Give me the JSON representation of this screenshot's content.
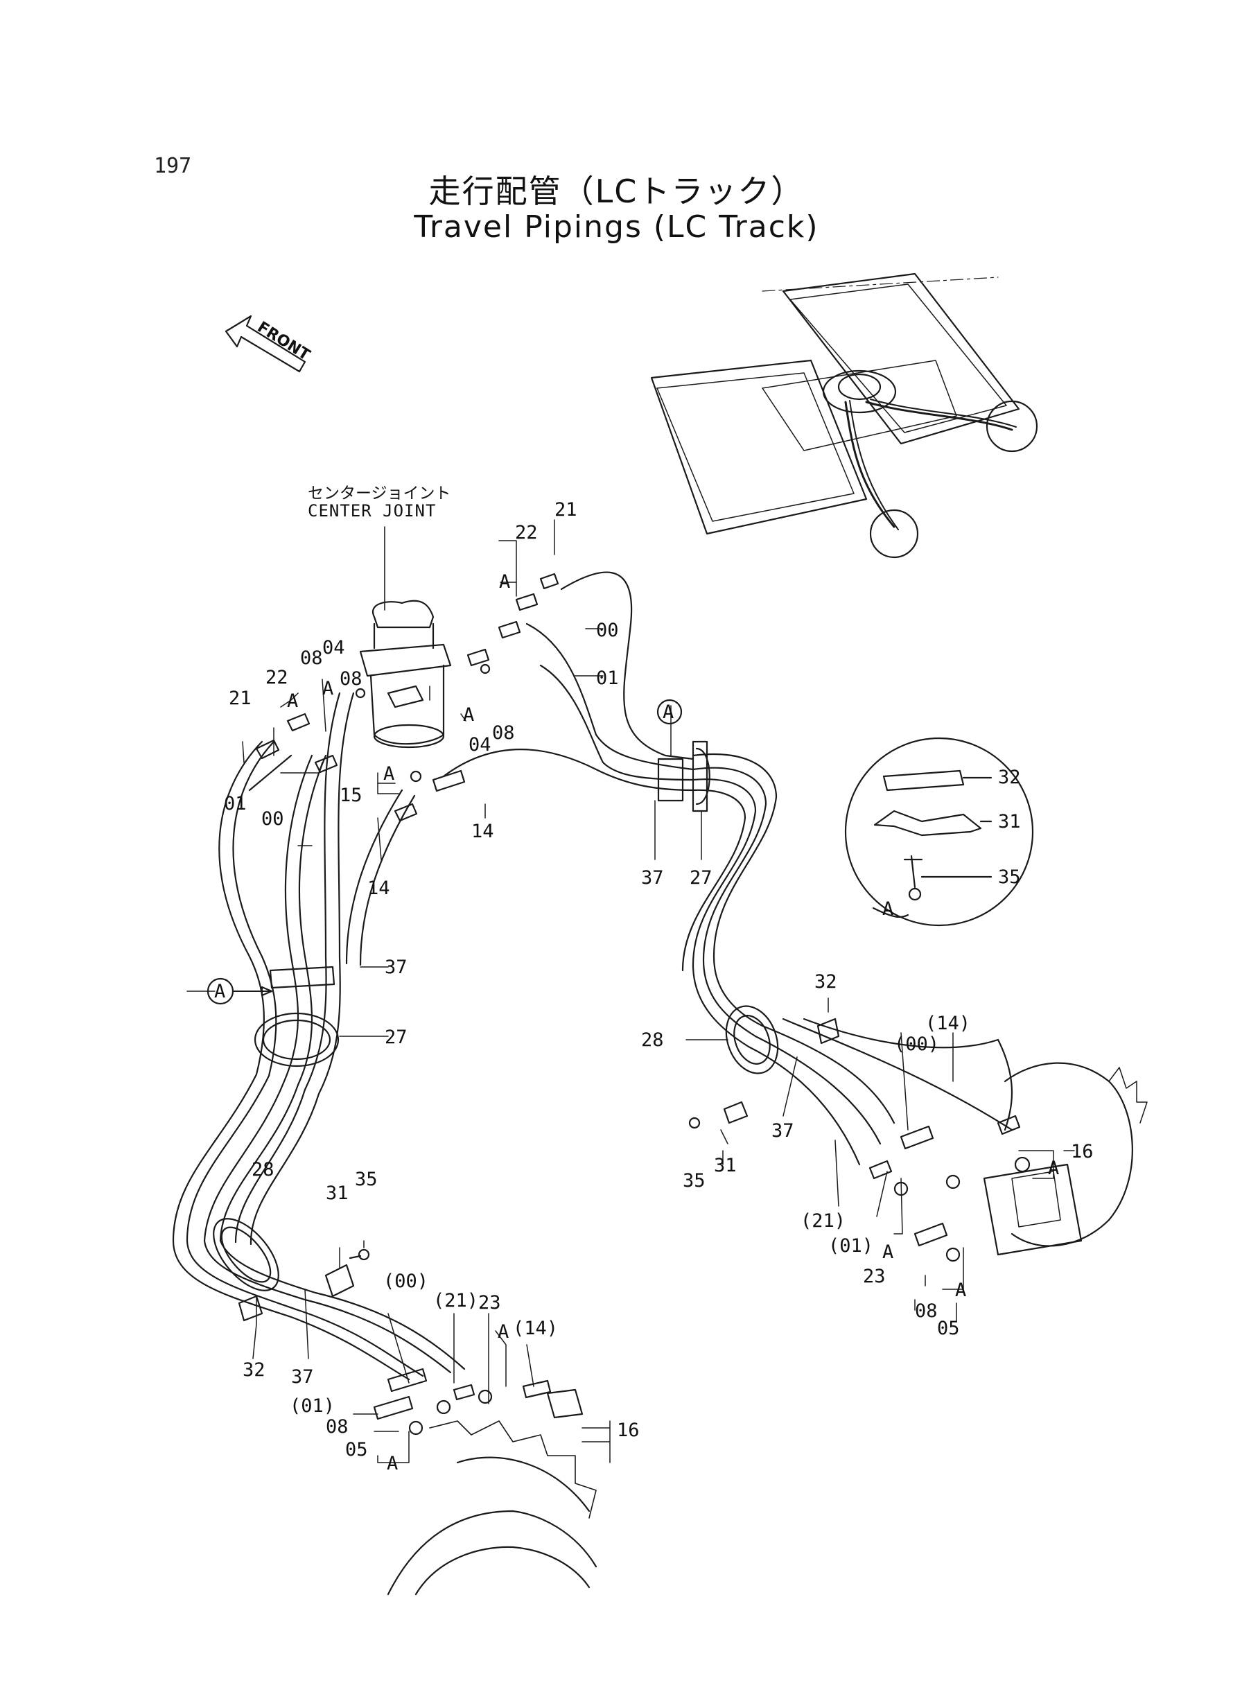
{
  "page": {
    "number": "197"
  },
  "title": {
    "jp": "走行配管（LCトラック）",
    "en": "Travel Pipings (LC Track)"
  },
  "front_arrow": {
    "label": "FRONT"
  },
  "center_joint": {
    "jp": "センタージョイント",
    "en": "CENTER JOINT"
  },
  "detail": {
    "marker": "A"
  },
  "part_labels": [
    "22",
    "A",
    "21",
    "00",
    "01",
    "04",
    "08",
    "A",
    "22",
    "A",
    "21",
    "08",
    "A",
    "04",
    "08",
    "01",
    "15",
    "A",
    "14",
    "00",
    "14",
    "A",
    "37",
    "27",
    "37",
    "27",
    "32",
    "31",
    "35",
    "A",
    "32",
    "28",
    "(14)",
    "(00)",
    "37",
    "35",
    "31",
    "16",
    "A",
    "(21)",
    "(01)",
    "A",
    "23",
    "08",
    "A",
    "05",
    "28",
    "31",
    "35",
    "32",
    "37",
    "(00)",
    "(21)",
    "23",
    "A",
    "(14)",
    "(01)",
    "08",
    "05",
    "A",
    "16"
  ]
}
